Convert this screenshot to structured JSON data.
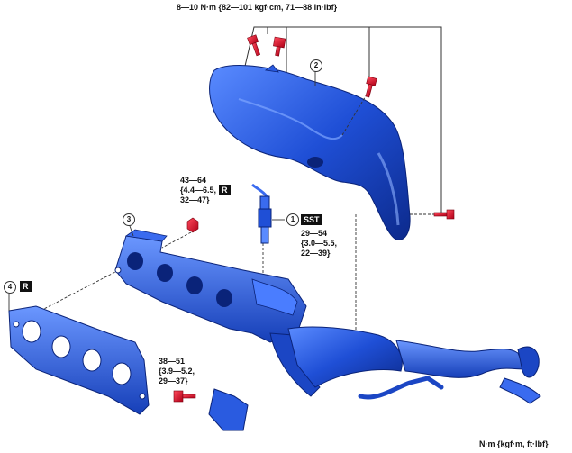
{
  "torque": {
    "bolts_top": "8—10 N·m {82—101 kgf·cm, 71—88 in·lbf}",
    "nut_line1": "43—64",
    "nut_line2": "{4.4—6.5,",
    "nut_line3": "32—47}",
    "sensor_line1": "29—54",
    "sensor_line2": "{3.0—5.5,",
    "sensor_line3": "22—39}",
    "bracket_line1": "38—51",
    "bracket_line2": "{3.9—5.2,",
    "bracket_line3": "29—37}"
  },
  "badges": {
    "replace": "R",
    "special_tool": "SST"
  },
  "callouts": {
    "c1": "1",
    "c2": "2",
    "c3": "3",
    "c4": "4"
  },
  "units_note": "N·m {kgf·m, ft·lbf}",
  "colors": {
    "part_blue": "#1f4fd6",
    "part_dark": "#0c2a8c",
    "part_light": "#5a8bff",
    "fastener_red": "#e0102a",
    "leader": "#333333"
  }
}
